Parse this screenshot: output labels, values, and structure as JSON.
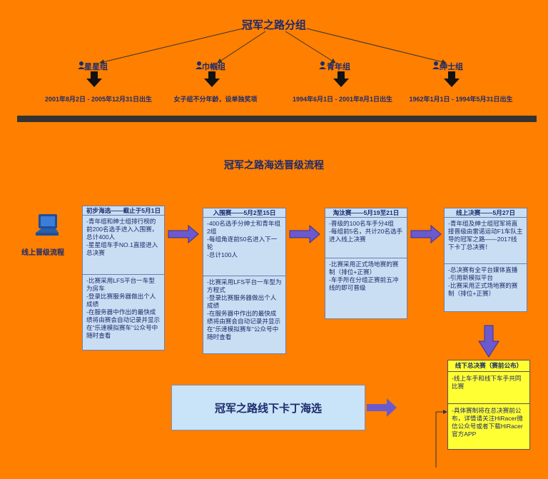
{
  "title": "冠军之路分组",
  "groups": [
    {
      "name": "星星组",
      "desc": "2001年8月2日 - 2005年12月31日出生"
    },
    {
      "name": "巾帼组",
      "desc": "女子组不分年龄，设单独奖项"
    },
    {
      "name": "青年组",
      "desc": "1994年6月1日 - 2001年8月1日出生"
    },
    {
      "name": "绅士组",
      "desc": "1962年1月1日 - 1994年5月31日出生"
    }
  ],
  "flow_title": "冠军之路海选晋级流程",
  "online_label": "线上晋级流程",
  "stages": [
    {
      "header": "初步海选——截止于5月1日",
      "top": "-青年组和绅士组排行榜的前200名选手进入入围赛，总计400人\n-星星组车手NO.1直接进入总决赛",
      "bottom": "-比赛采用LFS平台一车型为房车\n-登录比赛服务器做出个人成绩\n-在服务器中作出的最快成绩将由赛会自动记录并显示在“乐速模拟赛车”公众号中随时查看"
    },
    {
      "header": "入围赛——5月2至15日",
      "top": "-400名选手分绅士和青年组2组\n-每组角逐前50名进入下一轮\n-总计100人",
      "bottom": "-比赛采用LFS平台一车型为方程式\n-登录比赛服务器做出个人成绩\n-在服务器中作出的最快成绩将由赛会自动记录并显示在“乐速模拟赛车”公众号中随时查看"
    },
    {
      "header": "淘汰赛——5月19至21日",
      "top": "-晋级的100名车手分4组\n-每组前5名，共计20名选手进入线上决赛",
      "bottom": "-比赛采用正式场地赛的赛制（排位+正赛）\n-车手所在分组正赛前五冲线的即可晋级"
    },
    {
      "header": "线上决赛——5月27日",
      "top": "-青年组及绅士组冠军将直接晋级由雷诺运动F1车队主导的冠军之路——2017线下卡丁总决赛！",
      "bottom": "-总决赛有全平台媒体直播\n-引用新模拟平台\n-比赛采用正式场地赛的赛制（排位+正赛）"
    }
  ],
  "final": {
    "header": "线下总决赛（赛前公布）",
    "top": "-线上车手和线下车手共同比赛",
    "bottom": "-具体赛制将在总决赛前公布，详情请关注HiRacer微信公众号或者下载HiRacer官方APP"
  },
  "offline_title": "冠军之路线下卡丁海选",
  "colors": {
    "background": "#FF7F00",
    "box": "#c9def3",
    "final_box": "#ffff33",
    "arrow": "#6a5acd"
  }
}
